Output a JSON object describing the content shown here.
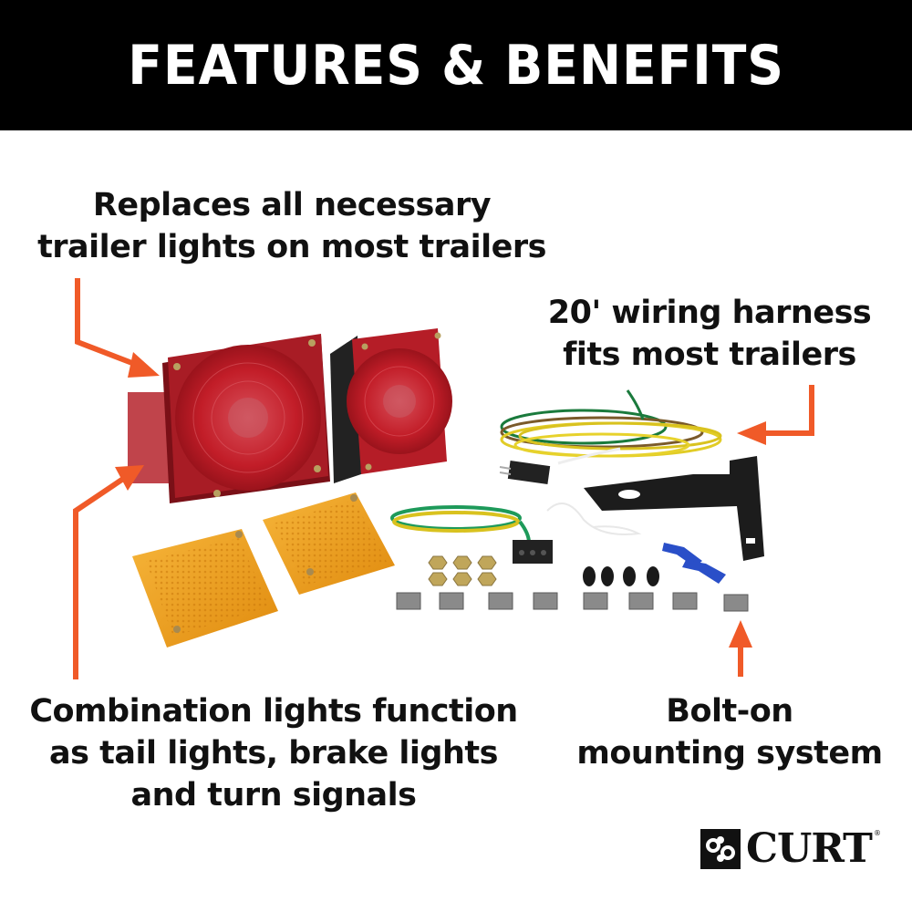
{
  "header": {
    "title": "FEATURES & BENEFITS"
  },
  "callouts": {
    "lights": {
      "lines": [
        "Replaces all necessary",
        "trailer lights on most trailers"
      ]
    },
    "harness": {
      "lines": [
        "20' wiring harness",
        "fits most trailers"
      ]
    },
    "combination": {
      "lines": [
        "Combination lights function",
        "as tail lights, brake lights",
        "and turn signals"
      ]
    },
    "mounting": {
      "lines": [
        "Bolt-on",
        "mounting system"
      ]
    }
  },
  "brand": {
    "name": "CURT",
    "registered": "®"
  },
  "colors": {
    "header_bg": "#000000",
    "arrow": "#f05a28",
    "tail_light_red": "#c8202a",
    "amber": "#f2a21b",
    "bracket": "#1c1c1c"
  },
  "product": {
    "components": [
      "tail light (left)",
      "tail light (right)",
      "amber side marker x2",
      "20' wiring harness",
      "4-way flat connector",
      "ground wire",
      "mounting bracket",
      "hex nuts x6",
      "wire nuts x4",
      "quick splice connectors x2",
      "clips x8"
    ]
  }
}
